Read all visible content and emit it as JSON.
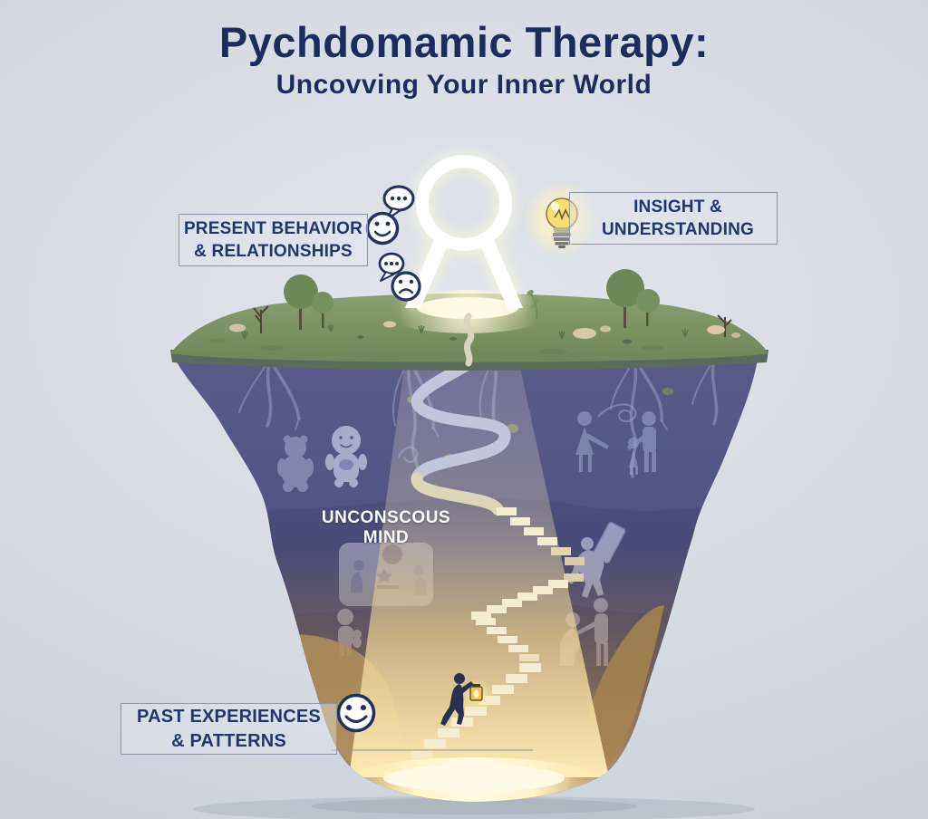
{
  "title": {
    "line1": "Pychdomamic Therapy:",
    "line2": "Uncovving Your Inner World"
  },
  "labels": {
    "present_behavior": {
      "line1": "PRESENT BEHAVIOR",
      "line2": "& RELATIONSHIPS"
    },
    "insight": {
      "line1": "INSIGHT &",
      "line2": "UNDERSTANDING"
    },
    "unconscious_mind": "UNCONSCOUS MIND",
    "past_experiences": {
      "line1": "PAST EXPERIENCES",
      "line2": "& PATTERNS"
    }
  },
  "icons": {
    "keyhole": "keyhole-doorway",
    "lightbulb": "lightbulb-idea",
    "speech_bubble_top": "speech-bubble-dots",
    "happy_face": "happy-face",
    "speech_bubble_bottom": "speech-bubble-dots",
    "sad_face": "sad-face",
    "smiley": "smiley-face",
    "lantern": "lantern",
    "climber": "person-climbing-stairs"
  },
  "colors": {
    "title_text": "#1e2c5c",
    "label_text": "#22366b",
    "background": "#d6dbe3",
    "grass": "#7e9466",
    "underground_top": "#565983",
    "underground_deep": "#2f3156",
    "beam_gold": "#f2dc9e",
    "glow": "#fff6d8"
  }
}
